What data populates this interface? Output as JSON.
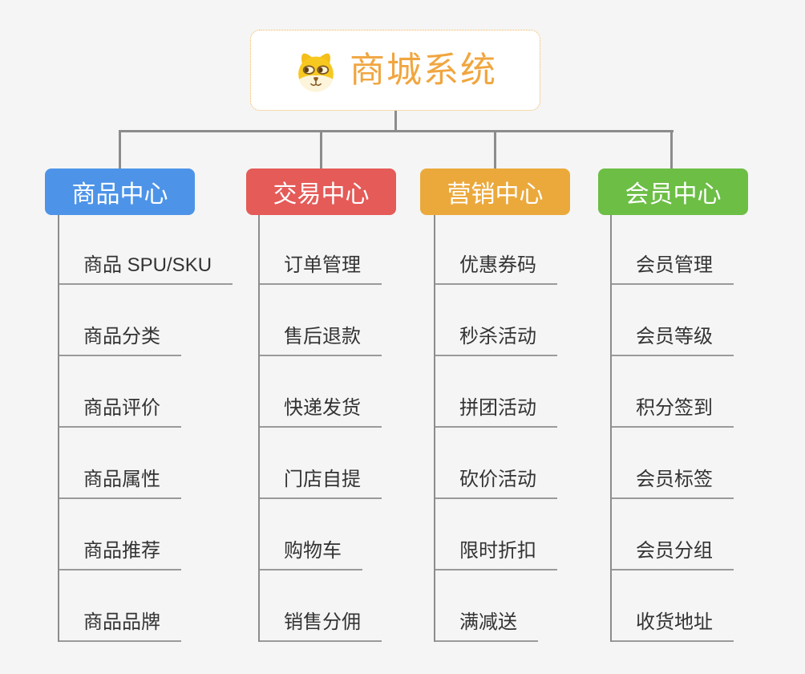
{
  "root": {
    "title": "商城系统",
    "icon": "dog-face-icon"
  },
  "branches": [
    {
      "label": "商品中心",
      "color": "#4D94E8",
      "items": [
        "商品 SPU/SKU",
        "商品分类",
        "商品评价",
        "商品属性",
        "商品推荐",
        "商品品牌"
      ]
    },
    {
      "label": "交易中心",
      "color": "#E45B58",
      "items": [
        "订单管理",
        "售后退款",
        "快递发货",
        "门店自提",
        "购物车",
        "销售分佣"
      ]
    },
    {
      "label": "营销中心",
      "color": "#EBA93C",
      "items": [
        "优惠券码",
        "秒杀活动",
        "拼团活动",
        "砍价活动",
        "限时折扣",
        "满减送"
      ]
    },
    {
      "label": "会员中心",
      "color": "#6CBE45",
      "items": [
        "会员管理",
        "会员等级",
        "积分签到",
        "会员标签",
        "会员分组",
        "收货地址"
      ]
    }
  ],
  "colors": {
    "background": "#F5F5F5",
    "connector": "#8C8C8C",
    "underline": "#9A9A9A",
    "root_accent": "#F0A640",
    "root_border": "#F2B253",
    "item_text": "#333333"
  }
}
